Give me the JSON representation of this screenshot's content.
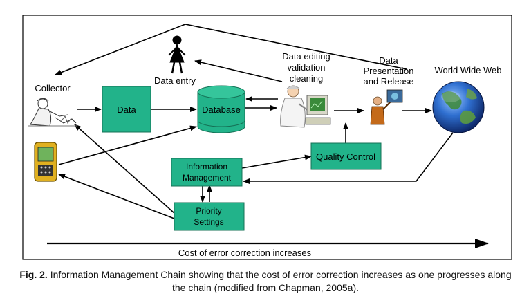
{
  "diagram": {
    "nodes": {
      "collector": "Collector",
      "data": "Data",
      "data_entry": "Data entry",
      "database": "Database",
      "editing": [
        "Data editing",
        "validation",
        "cleaning"
      ],
      "presentation": [
        "Data",
        "Presentation",
        "and Release"
      ],
      "www": "World Wide Web",
      "quality_control": "Quality Control",
      "info_mgmt": [
        "Information",
        "Management"
      ],
      "priority": [
        "Priority",
        "Settings"
      ]
    },
    "axis_label": "Cost of error correction increases"
  },
  "caption": {
    "label": "Fig. 2.",
    "text": "Information Management Chain showing that the cost of error correction increases as one progresses along the chain (modified from Chapman, 2005a)."
  },
  "colors": {
    "box_fill": "#22b38a",
    "box_stroke": "#157055",
    "line": "#000000"
  }
}
